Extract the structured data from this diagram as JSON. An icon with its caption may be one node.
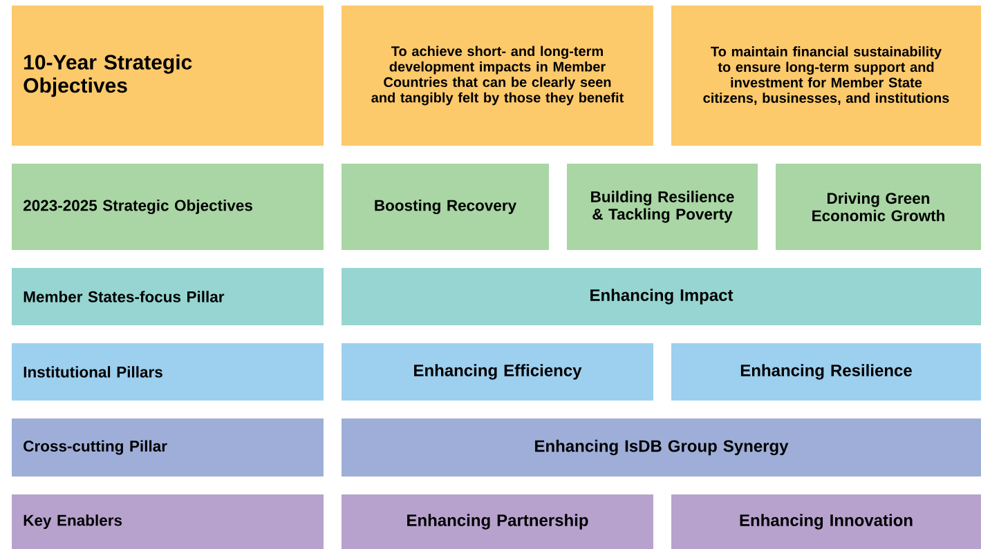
{
  "diagram": {
    "nodes": [
      {
        "text": [
          "10-Year Strategic Objectives"
        ]
      },
      {
        "text": [
          "To achieve short- and long-term development impacts in Member Countries that can be clearly seen and tangibly felt by those they benefit"
        ]
      },
      {
        "text": [
          "To maintain financial sustainability to ensure long-term support and investment for Member State citizens, businesses, and institutions"
        ]
      },
      {
        "text": [
          "2023-2025 Strategic Objectives"
        ]
      },
      {
        "text": [
          "Boosting Recovery"
        ]
      },
      {
        "text": [
          "Building Resilience & Tackling Poverty"
        ]
      },
      {
        "text": [
          "Driving Green Economic Growth"
        ]
      },
      {
        "text": [
          "Member States-focus Pillar"
        ]
      },
      {
        "text": [
          "Enhancing Impact"
        ]
      },
      {
        "text": [
          "Institutional Pillars"
        ]
      },
      {
        "text": [
          "Enhancing Efficiency"
        ]
      },
      {
        "text": [
          "Enhancing Resilience"
        ]
      },
      {
        "text": [
          "Cross-cutting Pillar"
        ]
      },
      {
        "text": [
          "Enhancing IsDB Group Synergy"
        ]
      },
      {
        "text": [
          "Key Enablers"
        ]
      },
      {
        "text": [
          "Enhancing Partnership"
        ]
      },
      {
        "text": [
          "Enhancing Innovation"
        ]
      }
    ]
  }
}
